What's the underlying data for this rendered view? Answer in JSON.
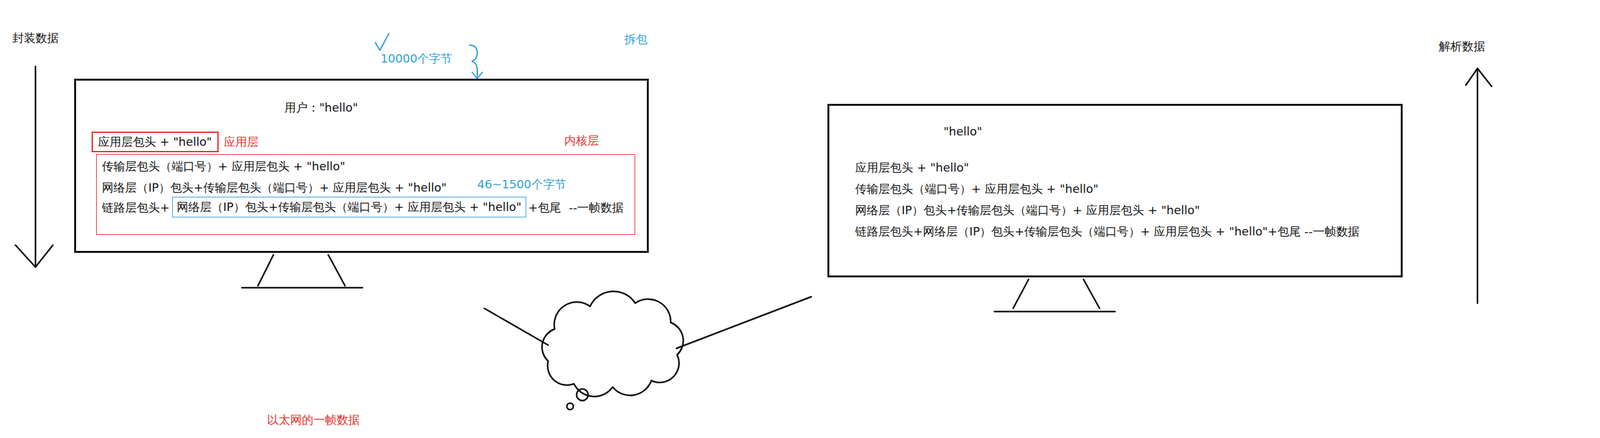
{
  "diagram": {
    "nodes": [
      {
        "text": [
          "用户：\"hello\""
        ]
      },
      {
        "text": [
          "应用层包头 + \"hello\"",
          "应用层"
        ],
        "in": 0
      },
      {
        "text": [
          "内核层",
          "传输层包头（端口号）+ 应用层包头 + \"hello\"",
          "网络层（IP）包头+传输层包头（端口号）+ 应用层包头 + \"hello\"",
          "46~1500个字节",
          "链路层包头+",
          "+包尾",
          "--一帧数据"
        ],
        "in": 0
      },
      {
        "text": [
          "网络层（IP）包头+传输层包头（端口号）+ 应用层包头 + \"hello\""
        ],
        "in": 2
      },
      {
        "text": [
          "\"hello\"",
          "应用层包头 + \"hello\"",
          "传输层包头（端口号）+ 应用层包头 + \"hello\"",
          "网络层（IP）包头+传输层包头（端口号）+ 应用层包头 + \"hello\"",
          "链路层包头+网络层（IP）包头+传输层包头（端口号）+ 应用层包头 + \"hello\"+包尾 --一帧数据"
        ]
      }
    ],
    "labels": [
      "封装数据",
      "10000个字节",
      "拆包",
      "以太网的一帧数据",
      "解析数据"
    ]
  }
}
